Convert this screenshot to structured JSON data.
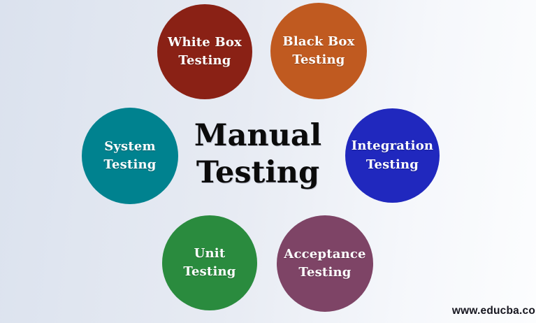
{
  "title": {
    "line1": "Manual",
    "line2": "Testing"
  },
  "watermark": "www.educba.co",
  "background": {
    "gradient_left": "#dbe2ee",
    "gradient_right": "#fcfdfe"
  },
  "title_color": "#0b0b0b",
  "label_text_color": "#ffffff",
  "nodes": [
    {
      "id": "white-box-testing",
      "line1": "White Box",
      "line2": "Testing",
      "color": "#8a2115",
      "position": "top-left"
    },
    {
      "id": "black-box-testing",
      "line1": "Black Box",
      "line2": "Testing",
      "color": "#c05a20",
      "position": "top-right"
    },
    {
      "id": "system-testing",
      "line1": "System",
      "line2": "Testing",
      "color": "#00828f",
      "position": "middle-left"
    },
    {
      "id": "integration-testing",
      "line1": "Integration",
      "line2": "Testing",
      "color": "#2028be",
      "position": "middle-right"
    },
    {
      "id": "unit-testing",
      "line1": "Unit",
      "line2": "Testing",
      "color": "#2a8b3e",
      "position": "bottom-left"
    },
    {
      "id": "acceptance-testing",
      "line1": "Acceptance",
      "line2": "Testing",
      "color": "#7e4466",
      "position": "bottom-right"
    }
  ]
}
